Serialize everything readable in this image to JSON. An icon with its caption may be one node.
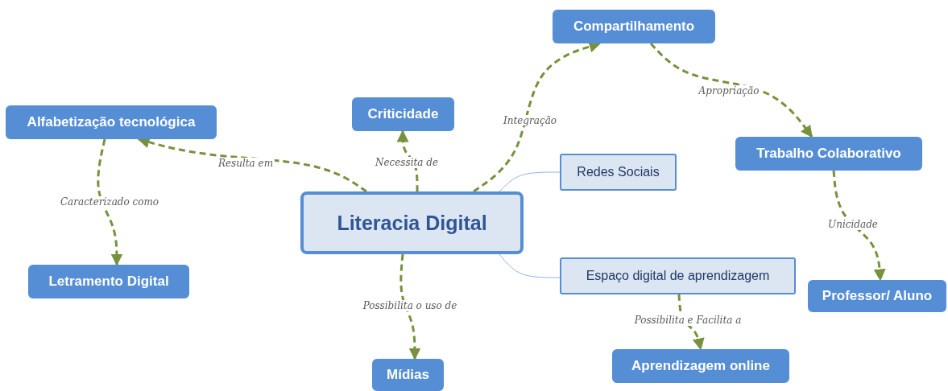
{
  "diagram": {
    "nodes": [
      {
        "text": [
          "Literacia Digital"
        ]
      },
      {
        "text": [
          "Alfabetização tecnológica"
        ]
      },
      {
        "text": [
          "Criticidade"
        ]
      },
      {
        "text": [
          "Compartilhamento"
        ]
      },
      {
        "text": [
          "Redes Sociais"
        ]
      },
      {
        "text": [
          "Trabalho Colaborativo"
        ]
      },
      {
        "text": [
          "Letramento Digital"
        ]
      },
      {
        "text": [
          "Espaço digital de aprendizagem"
        ]
      },
      {
        "text": [
          "Professor/ Aluno"
        ]
      },
      {
        "text": [
          "Mídias"
        ]
      },
      {
        "text": [
          "Aprendizagem online"
        ]
      }
    ],
    "edges": [
      {
        "from": 0,
        "to": 1,
        "arrow": "to",
        "label": "Resulta em",
        "style": "dashed"
      },
      {
        "from": 0,
        "to": 2,
        "arrow": "to",
        "label": "Necessita de",
        "style": "dashed"
      },
      {
        "from": 0,
        "to": 3,
        "arrow": "to",
        "label": "Integração",
        "style": "dashed"
      },
      {
        "from": 3,
        "to": 5,
        "arrow": "to",
        "label": "Apropriação",
        "style": "dashed"
      },
      {
        "from": 1,
        "to": 6,
        "arrow": "to",
        "label": "Caracterizado como",
        "style": "dashed"
      },
      {
        "from": 5,
        "to": 8,
        "arrow": "to",
        "label": "Unicidade",
        "style": "dashed"
      },
      {
        "from": 0,
        "to": 9,
        "arrow": "to",
        "label": "Possibilita o uso de",
        "style": "dashed"
      },
      {
        "from": 7,
        "to": 10,
        "arrow": "to",
        "label": "Possibilita e Facilita a",
        "style": "dashed"
      },
      {
        "from": 0,
        "to": 4,
        "arrow": "none",
        "color": "#8eb4e3"
      },
      {
        "from": 0,
        "to": 7,
        "arrow": "none",
        "color": "#8eb4e3"
      }
    ]
  }
}
